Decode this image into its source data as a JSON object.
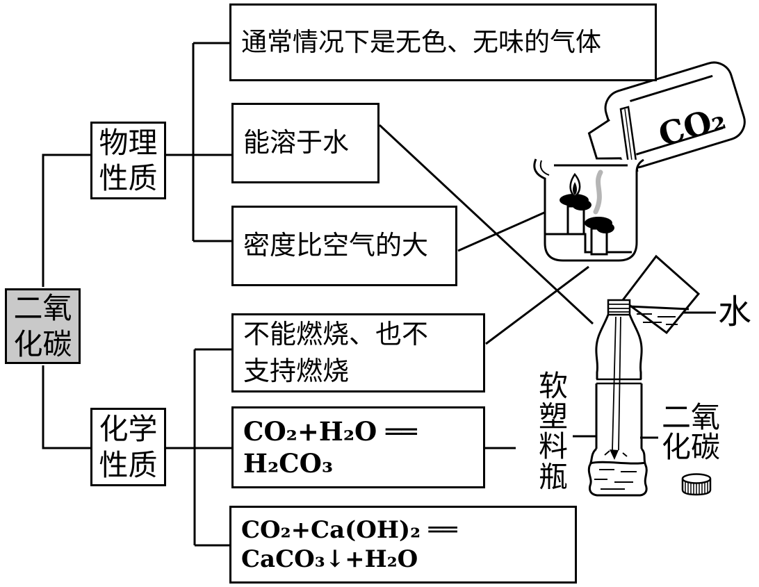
{
  "diagram": {
    "root_label": "二氧化碳",
    "physical": {
      "label": "物理性质",
      "items": [
        "通常情况下是无色、无味的气体",
        "能溶于水",
        "密度比空气的大"
      ]
    },
    "chemical": {
      "label": "化学性质",
      "items": [
        "不能燃烧、也不\n支持燃烧",
        "CO₂+H₂O ══ H₂CO₃",
        "CO₂+Ca(OH)₂ ══ CaCO₃↓+H₂O"
      ]
    },
    "illustration_labels": {
      "co2_bottle": "CO₂",
      "water": "水",
      "soft_bottle": "软塑料瓶",
      "co2_gas": "二氧化碳"
    },
    "colors": {
      "root_fill": "#c9c9c9",
      "line": "#000000",
      "smoke": "#b5b5b5"
    }
  }
}
